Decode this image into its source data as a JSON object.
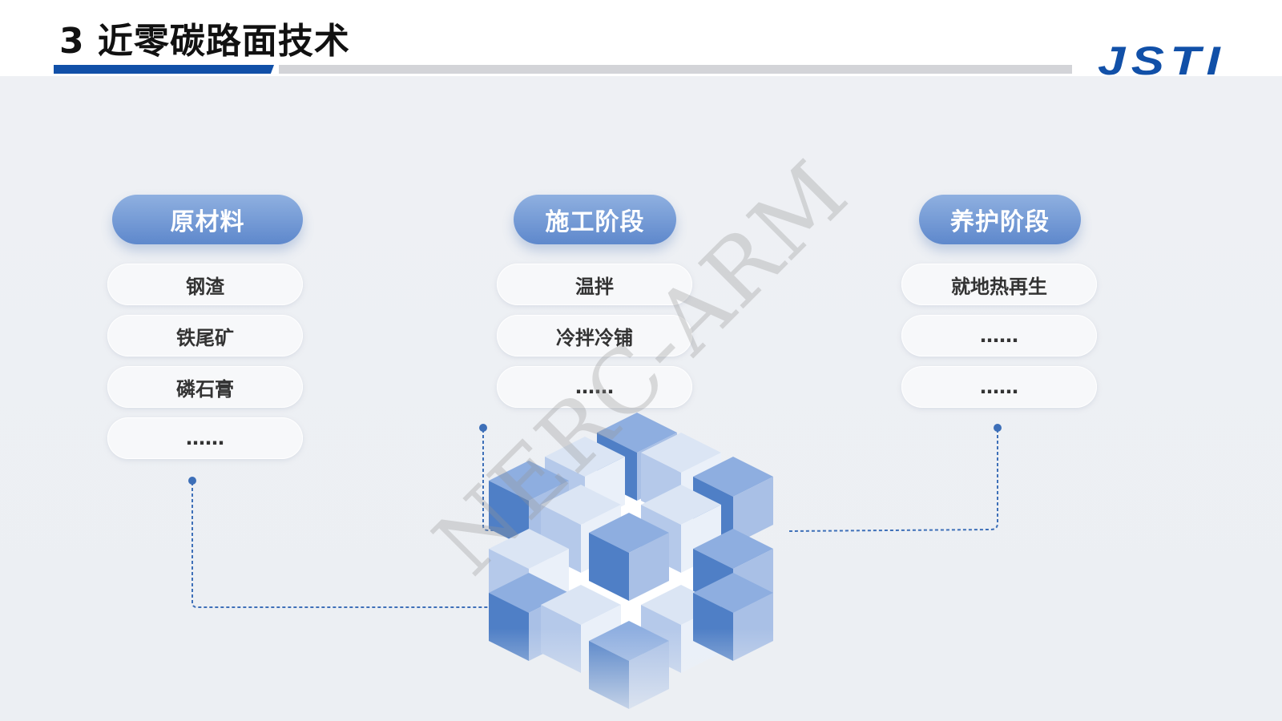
{
  "header": {
    "title": "3 近零碳路面技术",
    "logo_text": "JSTI"
  },
  "colors": {
    "brand_blue": "#1150a8",
    "pill_blue": "#6b93d2",
    "connector": "#3d6fb8"
  },
  "stages": [
    {
      "label": "原材料",
      "items": [
        "钢渣",
        "铁尾矿",
        "磷石膏",
        "……"
      ]
    },
    {
      "label": "施工阶段",
      "items": [
        "温拌",
        "冷拌冷铺",
        "……"
      ]
    },
    {
      "label": "养护阶段",
      "items": [
        "就地热再生",
        "……",
        "……"
      ]
    }
  ],
  "watermark": "NERC-ARM"
}
